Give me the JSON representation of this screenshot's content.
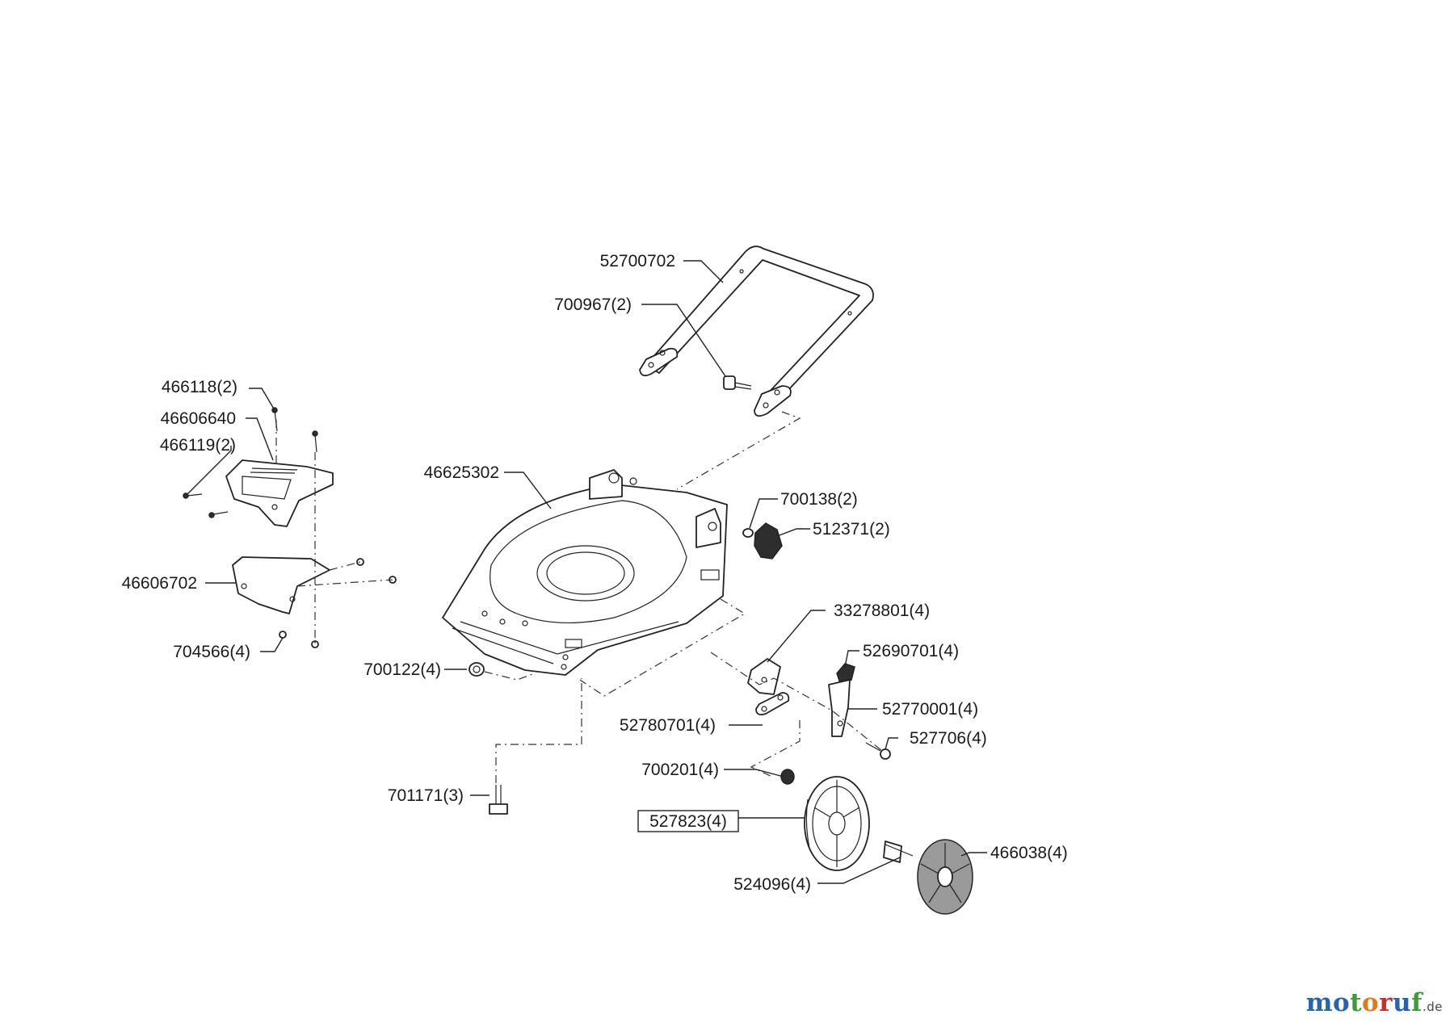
{
  "parts": [
    {
      "id": "handle",
      "number": "52700702"
    },
    {
      "id": "handle-bolt",
      "number": "700967(2)"
    },
    {
      "id": "flap-screw",
      "number": "466118(2)"
    },
    {
      "id": "rear-flap",
      "number": "46606640"
    },
    {
      "id": "flap-screw-small",
      "number": "466119(2)"
    },
    {
      "id": "deck",
      "number": "46625302"
    },
    {
      "id": "washer",
      "number": "700138(2)"
    },
    {
      "id": "star-knob",
      "number": "512371(2)"
    },
    {
      "id": "cover",
      "number": "46606702"
    },
    {
      "id": "nut-small",
      "number": "704566(4)"
    },
    {
      "id": "nut",
      "number": "700122(4)"
    },
    {
      "id": "height-bracket",
      "number": "33278801(4)"
    },
    {
      "id": "lever-cap",
      "number": "52690701(4)"
    },
    {
      "id": "height-lever",
      "number": "52770001(4)"
    },
    {
      "id": "link-plate",
      "number": "52780701(4)"
    },
    {
      "id": "lever-bolt",
      "number": "527706(4)"
    },
    {
      "id": "wheel-nut",
      "number": "700201(4)"
    },
    {
      "id": "hex-bolt",
      "number": "701171(3)"
    },
    {
      "id": "wheel",
      "number": "527823(4)"
    },
    {
      "id": "hub-cap",
      "number": "466038(4)"
    },
    {
      "id": "axle-bolt",
      "number": "524096(4)"
    }
  ],
  "brand": {
    "main": "motoruf",
    "tld": ".de"
  },
  "colors": {
    "line": "#222222",
    "brand_blue": "#2a63ad",
    "brand_green": "#3f9a3a",
    "brand_orange": "#e07a1f",
    "brand_red": "#c8302e"
  }
}
